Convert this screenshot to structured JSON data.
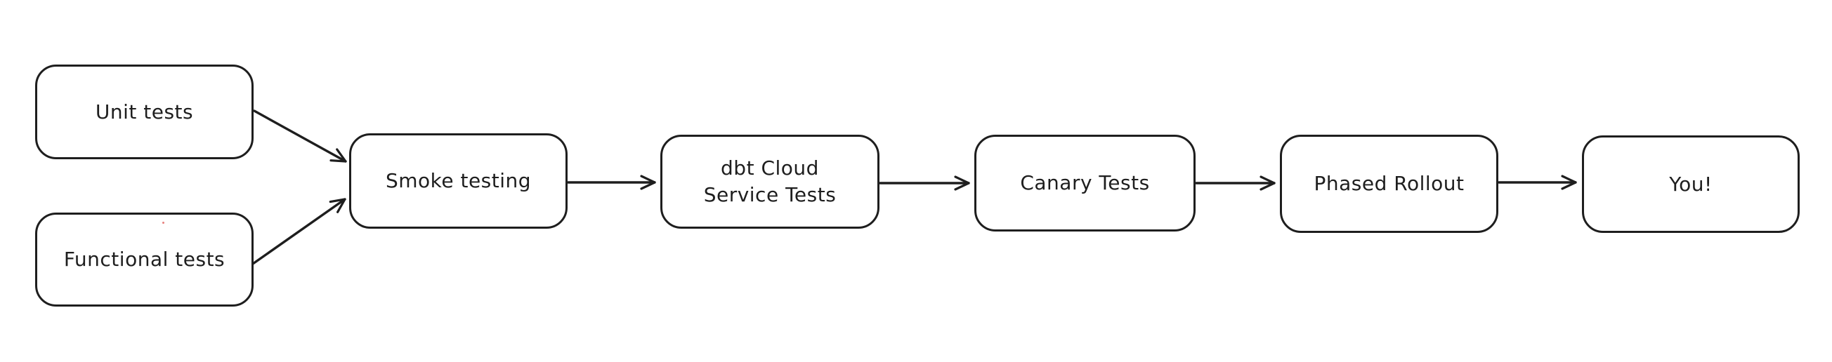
{
  "diagram": {
    "background_color": "#ffffff",
    "stroke_color": "#1e1e1e",
    "style": "hand-drawn-whiteboard",
    "nodes": [
      {
        "id": "unit-tests",
        "label": "Unit tests"
      },
      {
        "id": "functional-tests",
        "label": "Functional tests"
      },
      {
        "id": "smoke-testing",
        "label": "Smoke testing"
      },
      {
        "id": "dbt-cloud-service-tests",
        "label": "dbt Cloud\nService Tests"
      },
      {
        "id": "canary-tests",
        "label": "Canary Tests"
      },
      {
        "id": "phased-rollout",
        "label": "Phased Rollout"
      },
      {
        "id": "you",
        "label": "You!"
      }
    ],
    "edges": [
      {
        "from": "unit-tests",
        "to": "smoke-testing",
        "arrowhead": "open-v"
      },
      {
        "from": "functional-tests",
        "to": "smoke-testing",
        "arrowhead": "open-v"
      },
      {
        "from": "smoke-testing",
        "to": "dbt-cloud-service-tests",
        "arrowhead": "open-v"
      },
      {
        "from": "dbt-cloud-service-tests",
        "to": "canary-tests",
        "arrowhead": "open-v"
      },
      {
        "from": "canary-tests",
        "to": "phased-rollout",
        "arrowhead": "open-v"
      },
      {
        "from": "phased-rollout",
        "to": "you",
        "arrowhead": "open-v"
      }
    ]
  }
}
